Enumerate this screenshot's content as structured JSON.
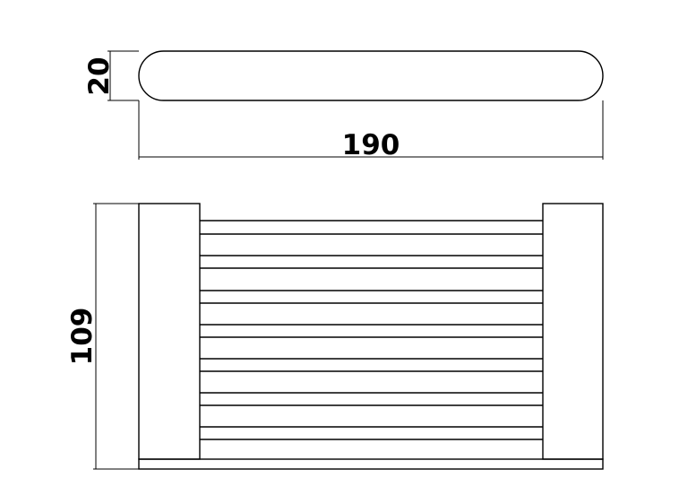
{
  "dimensions": {
    "height_top": "20",
    "width": "190",
    "height_front": "109"
  },
  "colors": {
    "line": "#000000",
    "background": "#ffffff"
  }
}
